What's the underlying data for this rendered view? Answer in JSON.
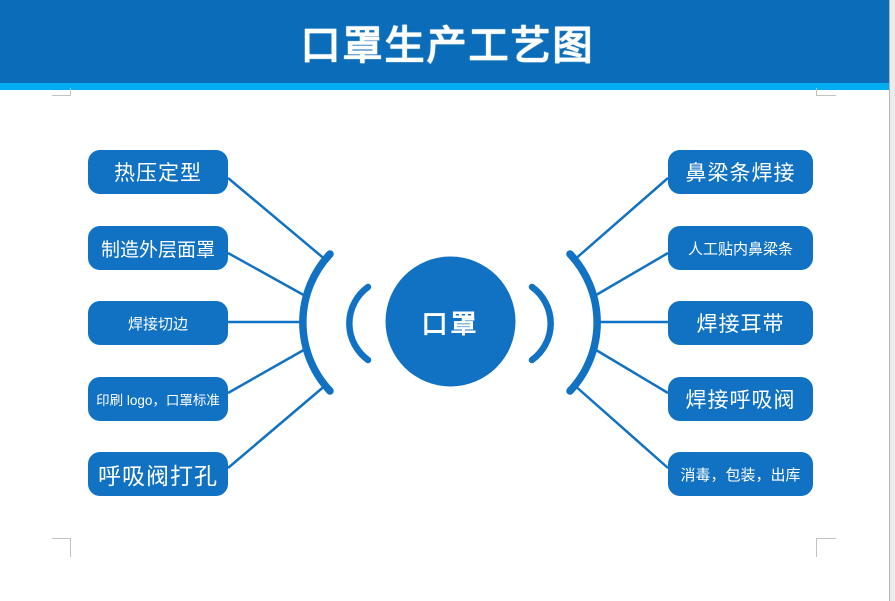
{
  "header": {
    "title": "口罩生产工艺图"
  },
  "colors": {
    "header_blue": "#0b6db9",
    "accent_cyan": "#00aeef",
    "node_blue": "#1172c3",
    "node_text": "#ffffff",
    "margin_mark_gray": "#c3c3c3"
  },
  "diagram": {
    "type": "radial-process-diagram",
    "center": {
      "label": "口罩"
    },
    "left_nodes": [
      {
        "label": "热压定型"
      },
      {
        "label": "制造外层面罩"
      },
      {
        "label": "焊接切边"
      },
      {
        "label": "印刷 logo，口罩标准"
      },
      {
        "label": "呼吸阀打孔"
      }
    ],
    "right_nodes": [
      {
        "label": "鼻梁条焊接"
      },
      {
        "label": "人工贴内鼻梁条"
      },
      {
        "label": "焊接耳带"
      },
      {
        "label": "焊接呼吸阀"
      },
      {
        "label": "消毒，包装，出库"
      }
    ]
  }
}
